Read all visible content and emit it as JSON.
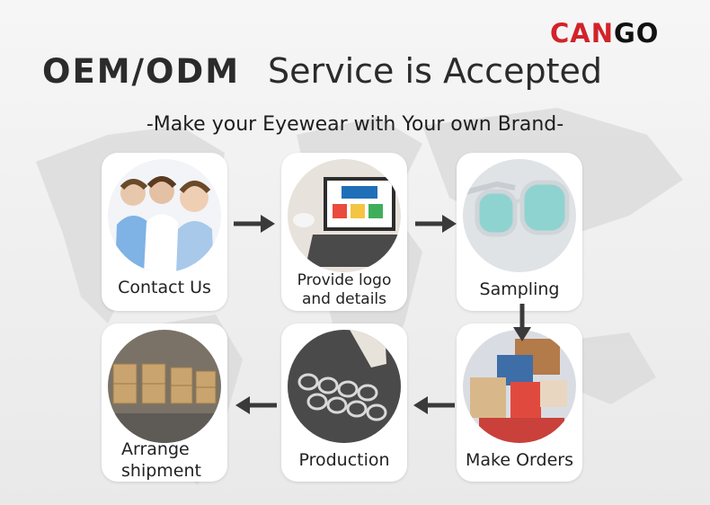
{
  "brand": {
    "part1": "CAN",
    "part2": "GO"
  },
  "title": {
    "part1": "OEM/ODM",
    "part2": "Service is Accepted"
  },
  "subtitle": "-Make your Eyewear with Your own Brand-",
  "steps": [
    {
      "label": "Contact Us",
      "icon": "call-center-agents-photo"
    },
    {
      "label": "Provide logo and details",
      "line1": "Provide logo",
      "line2": "and details",
      "icon": "laptop-logo-photo"
    },
    {
      "label": "Sampling",
      "icon": "sunglasses-photo"
    },
    {
      "label": "Make Orders",
      "icon": "shopping-boxes-photo"
    },
    {
      "label": "Production",
      "icon": "eyewear-production-photo"
    },
    {
      "label": "Arrange shipment",
      "line1": "Arrange",
      "line2": "shipment",
      "icon": "warehouse-cartons-photo"
    }
  ],
  "colors": {
    "brand_red": "#d2232a",
    "arrow": "#3a3a3a",
    "title": "#2b2b2b"
  }
}
